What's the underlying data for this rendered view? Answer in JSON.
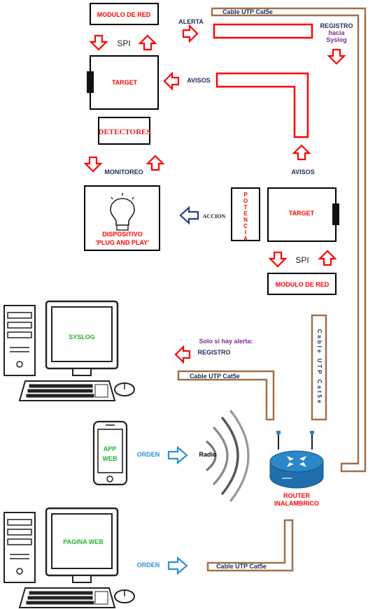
{
  "top_node": {
    "modulo_red": "MODULO DE RED",
    "spi": "SPI",
    "target": "TARGET",
    "detectores": "DETECTORES",
    "monitoreo": "MONITOREO",
    "dispositivo_line1": "DISPOSITIVO",
    "dispositivo_line2": "'PLUG AND PLAY'"
  },
  "bottom_node": {
    "target": "TARGET",
    "potencia": "POTENCIA",
    "accion": "ACCION",
    "spi": "SPI",
    "modulo_red": "MODULO DE RED"
  },
  "flows": {
    "alerta": "ALERTA",
    "avisos_top": "AVISOS",
    "avisos_right": "AVISOS",
    "registro_line1": "REGISTRO",
    "registro_line2": "hacia",
    "registro_line3": "Syslog",
    "solo_alerta": "Solo si hay alerta:",
    "registro": "REGISTRO"
  },
  "cables": {
    "top": "Cable UTP Cat5e",
    "vertical": "Cable UTP Cat5e",
    "syslog": "Cable UTP Cat5e",
    "web": "Cable UTP Cat5e"
  },
  "network": {
    "syslog": "SYSLOG",
    "app_line1": "APP",
    "app_line2": "WEB",
    "orden_app": "ORDEN",
    "radio": "Radio",
    "router_line1": "ROUTER",
    "router_line2": "INALAMBRICO",
    "pagina_web": "PAGINA WEB",
    "orden_web": "ORDEN"
  },
  "colors": {
    "arrow_red": "#ff0000",
    "arrow_blue": "#2e8fd6",
    "arrow_navy": "#2b3a8c",
    "cable_brown": "#a0704a",
    "router_blue": "#2a87c8"
  }
}
